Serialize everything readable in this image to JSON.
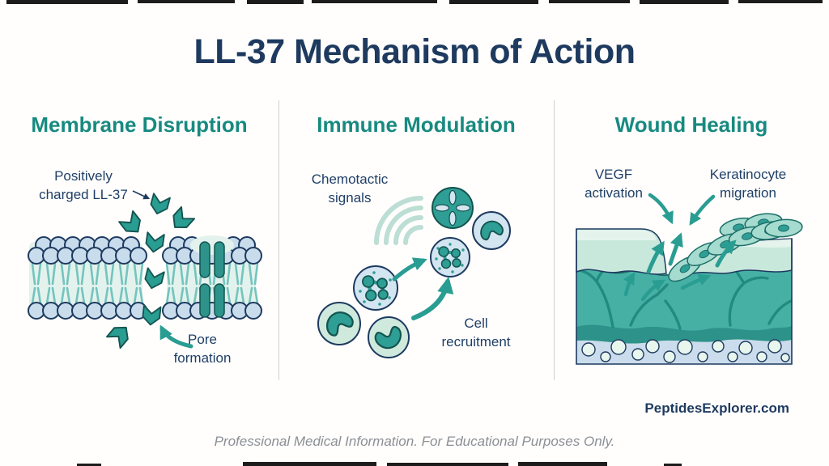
{
  "title": "LL-37 Mechanism of Action",
  "panels": [
    {
      "title": "Membrane Disruption",
      "labels": {
        "peptide": "Positively charged LL-37",
        "pore": "Pore formation"
      }
    },
    {
      "title": "Immune Modulation",
      "labels": {
        "signals": "Chemotactic signals",
        "recruitment": "Cell recruitment"
      }
    },
    {
      "title": "Wound Healing",
      "labels": {
        "vegf": "VEGF activation",
        "keratinocyte": "Keratinocyte migration"
      }
    }
  ],
  "footer": {
    "watermark": "PeptidesExplorer.com",
    "disclaimer": "Professional Medical Information. For Educational Purposes Only."
  },
  "palette": {
    "navy": "#1e3a5f",
    "teal_heading": "#178a80",
    "teal": "#2a9d92",
    "teal_dark": "#14544f",
    "teal_cell": "#2f9e95",
    "cell_blue": "#c8dcec",
    "cell_blue_light": "#d3e5f1",
    "cell_mint": "#cfe9dd",
    "membrane_bg": "#e3f2ed",
    "tail": "#74c4bd",
    "arc": "#bcded5",
    "pore": "#2e948b",
    "dermis": "#47b0a5",
    "dermis_band": "#2d9289",
    "epidermis": "#c8e8dc",
    "epidermis_light": "#e4f4ed",
    "hypodermis": "#cbdcec",
    "fat": "#e8f6ee",
    "keratinocyte": "#a6dbd0",
    "divider": "#d0d0d0",
    "text_gray": "#8b8f94",
    "edge_dark": "#1c1c1c"
  }
}
